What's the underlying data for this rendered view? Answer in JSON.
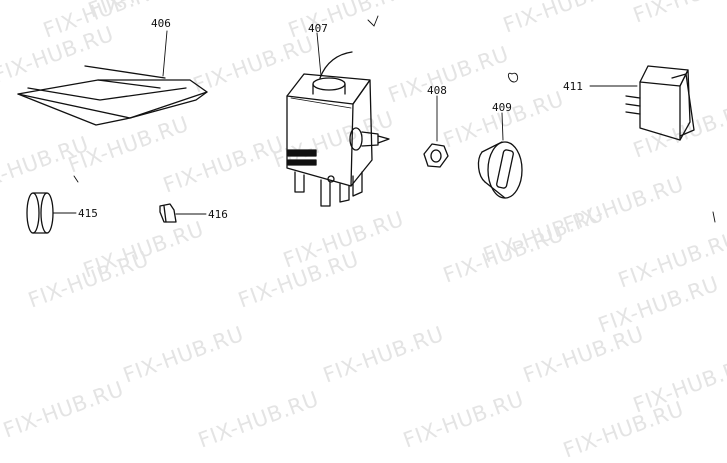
{
  "watermark": {
    "text": "FIX-HUB.RU"
  },
  "parts": [
    {
      "id": "406",
      "label": "406",
      "name": "cover"
    },
    {
      "id": "407",
      "label": "407",
      "name": "thermostat"
    },
    {
      "id": "408",
      "label": "408",
      "name": "nut"
    },
    {
      "id": "409",
      "label": "409",
      "name": "knob"
    },
    {
      "id": "411",
      "label": "411",
      "name": "rocker-switch"
    },
    {
      "id": "415",
      "label": "415",
      "name": "roller"
    },
    {
      "id": "416",
      "label": "416",
      "name": "clip"
    }
  ]
}
